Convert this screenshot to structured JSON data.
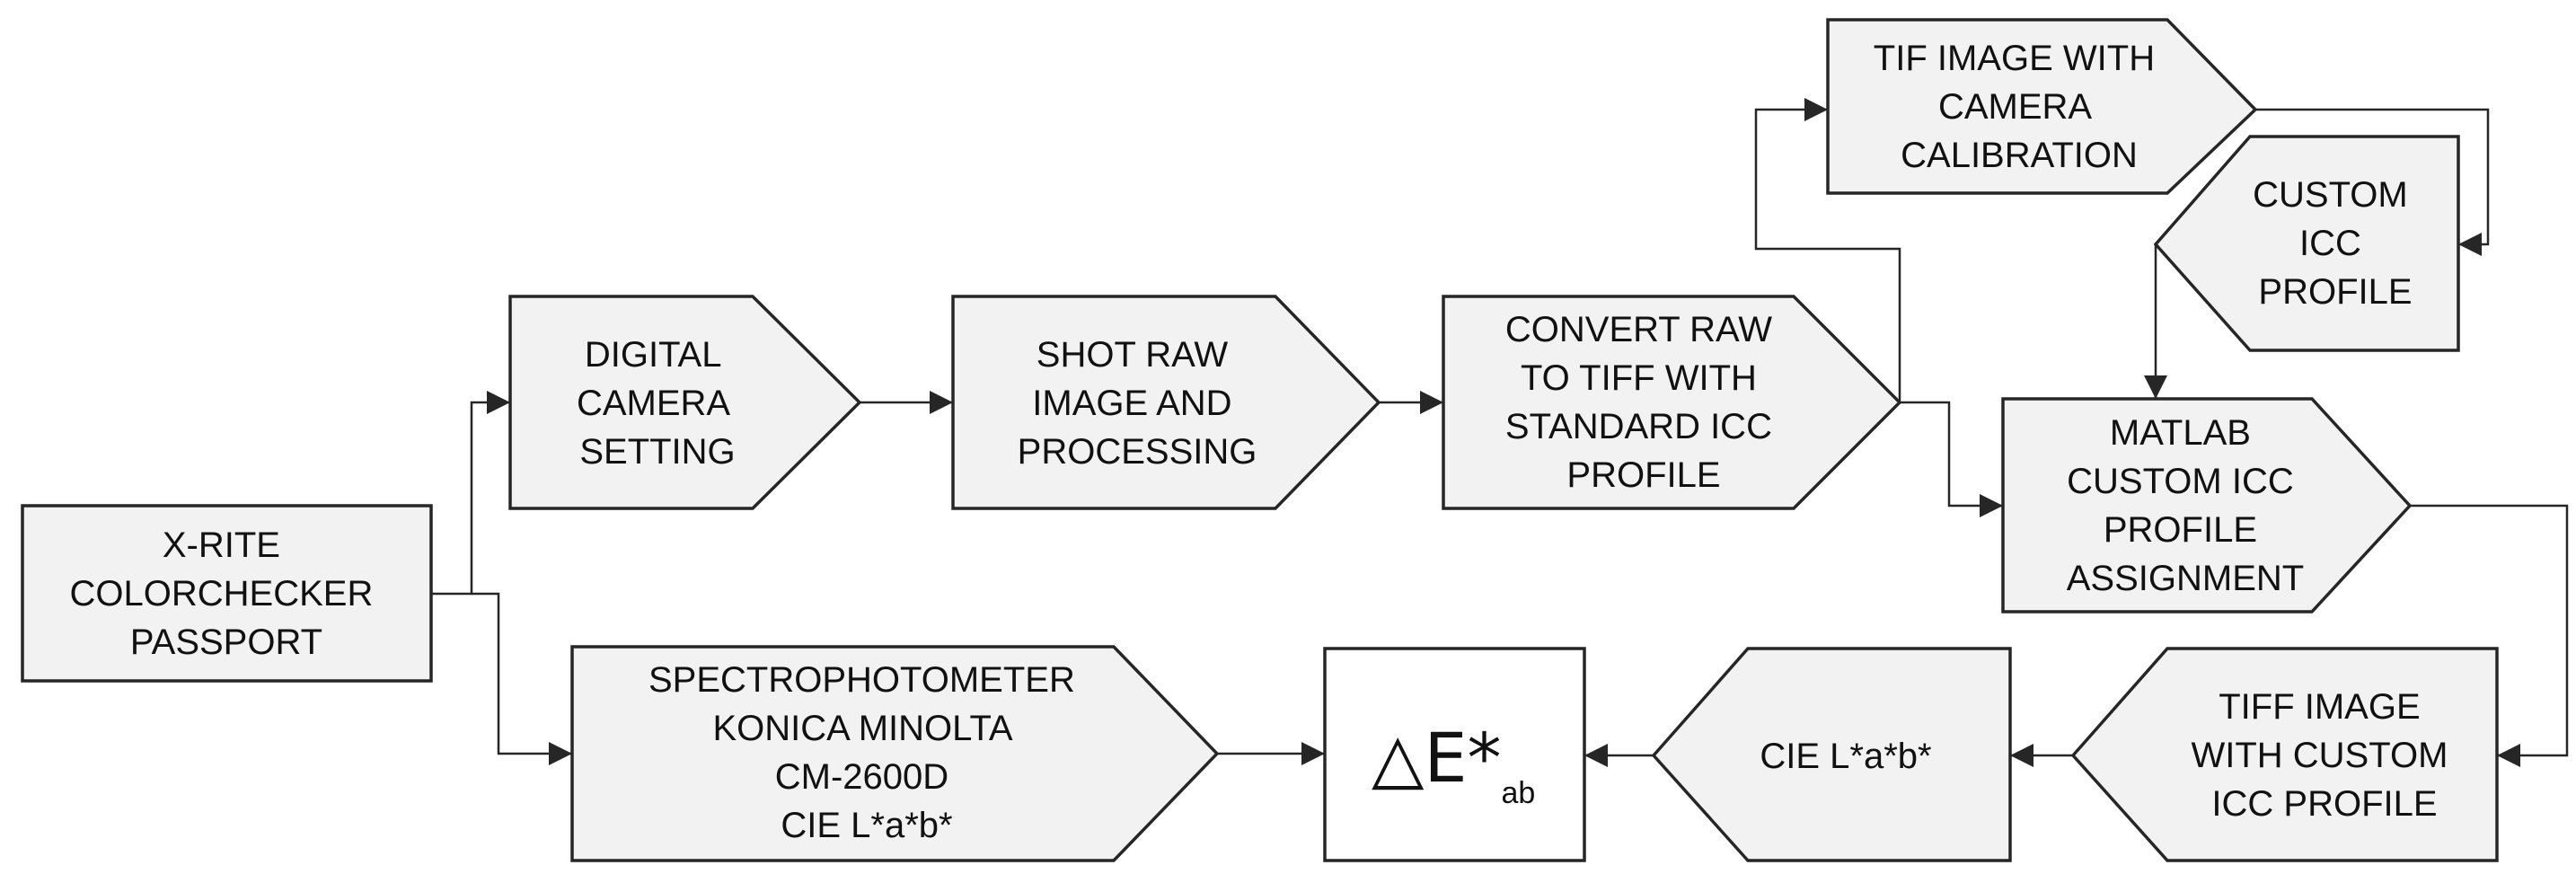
{
  "nodes": {
    "xrite": {
      "lines": [
        "X-RITE",
        "COLORCHECKER",
        "PASSPORT"
      ]
    },
    "camera_setting": {
      "lines": [
        "DIGITAL",
        "CAMERA",
        "SETTING"
      ]
    },
    "shot_raw": {
      "lines": [
        "SHOT RAW",
        "IMAGE AND",
        "PROCESSING"
      ]
    },
    "convert_raw": {
      "lines": [
        "CONVERT RAW",
        "TO TIFF WITH",
        "STANDARD ICC",
        "PROFILE"
      ]
    },
    "tif_calibration": {
      "lines": [
        "TIF IMAGE WITH",
        "CAMERA",
        "CALIBRATION"
      ]
    },
    "custom_icc": {
      "lines": [
        "CUSTOM",
        "ICC",
        "PROFILE"
      ]
    },
    "matlab": {
      "lines": [
        "MATLAB",
        "CUSTOM ICC",
        "PROFILE",
        "ASSIGNMENT"
      ]
    },
    "tiff_custom": {
      "lines": [
        "TIFF IMAGE",
        "WITH CUSTOM",
        "ICC PROFILE"
      ]
    },
    "cielab": {
      "lines": [
        "CIE L*a*b*"
      ]
    },
    "delta_e": {
      "symbol": "△E*",
      "subscript": "ab"
    },
    "spectro": {
      "lines": [
        "SPECTROPHOTOMETER",
        "KONICA MINOLTA",
        "CM-2600D",
        "CIE L*a*b*"
      ]
    }
  },
  "edges": [
    {
      "from": "xrite",
      "to": "camera_setting"
    },
    {
      "from": "xrite",
      "to": "spectro"
    },
    {
      "from": "camera_setting",
      "to": "shot_raw"
    },
    {
      "from": "shot_raw",
      "to": "convert_raw"
    },
    {
      "from": "convert_raw",
      "to": "tif_calibration"
    },
    {
      "from": "convert_raw",
      "to": "matlab"
    },
    {
      "from": "tif_calibration",
      "to": "custom_icc"
    },
    {
      "from": "custom_icc",
      "to": "matlab"
    },
    {
      "from": "matlab",
      "to": "tiff_custom"
    },
    {
      "from": "tiff_custom",
      "to": "cielab"
    },
    {
      "from": "cielab",
      "to": "delta_e"
    },
    {
      "from": "spectro",
      "to": "delta_e"
    }
  ]
}
